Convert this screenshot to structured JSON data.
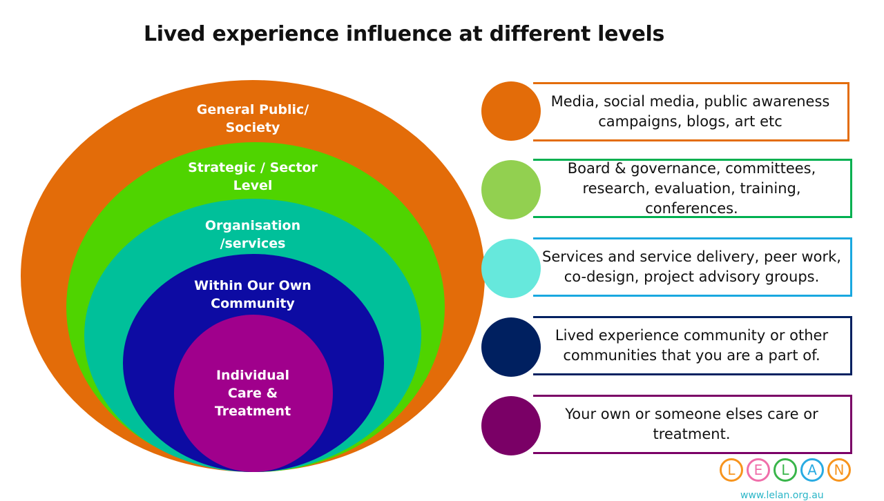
{
  "title": "Lived experience influence at different levels",
  "levels": [
    {
      "label": "General Public/ Society",
      "color": "#E36C09"
    },
    {
      "label": "Strategic / Sector Level",
      "color": "#4FD400"
    },
    {
      "label": "Organisation /services",
      "color": "#00C09A"
    },
    {
      "label": "Within Our Own Community",
      "color": "#0D0BA3"
    },
    {
      "label": "Individual Care & Treatment",
      "color": "#A0008C"
    }
  ],
  "rows": [
    {
      "text": "Media, social media, public awareness campaigns, blogs, art etc",
      "dot_color": "#E36C09",
      "border_color": "#E36C09"
    },
    {
      "text": "Board & governance, committees, research, evaluation, training, conferences.",
      "dot_color": "#92D050",
      "border_color": "#00B050"
    },
    {
      "text": "Services and service delivery, peer work, co-design, project advisory groups.",
      "dot_color": "#66E8DC",
      "border_color": "#19A8E0"
    },
    {
      "text": "Lived experience community or other communities that you are a part of.",
      "dot_color": "#002060",
      "border_color": "#002060"
    },
    {
      "text": "Your own or someone elses  care or treatment.",
      "dot_color": "#7A0066",
      "border_color": "#7A0066"
    }
  ],
  "logo": {
    "letters": [
      "L",
      "E",
      "L",
      "A",
      "N"
    ],
    "colors": [
      "#F7941D",
      "#F06EAA",
      "#39B54A",
      "#29ABE2",
      "#F7941D"
    ],
    "url": "www.lelan.org.au"
  }
}
